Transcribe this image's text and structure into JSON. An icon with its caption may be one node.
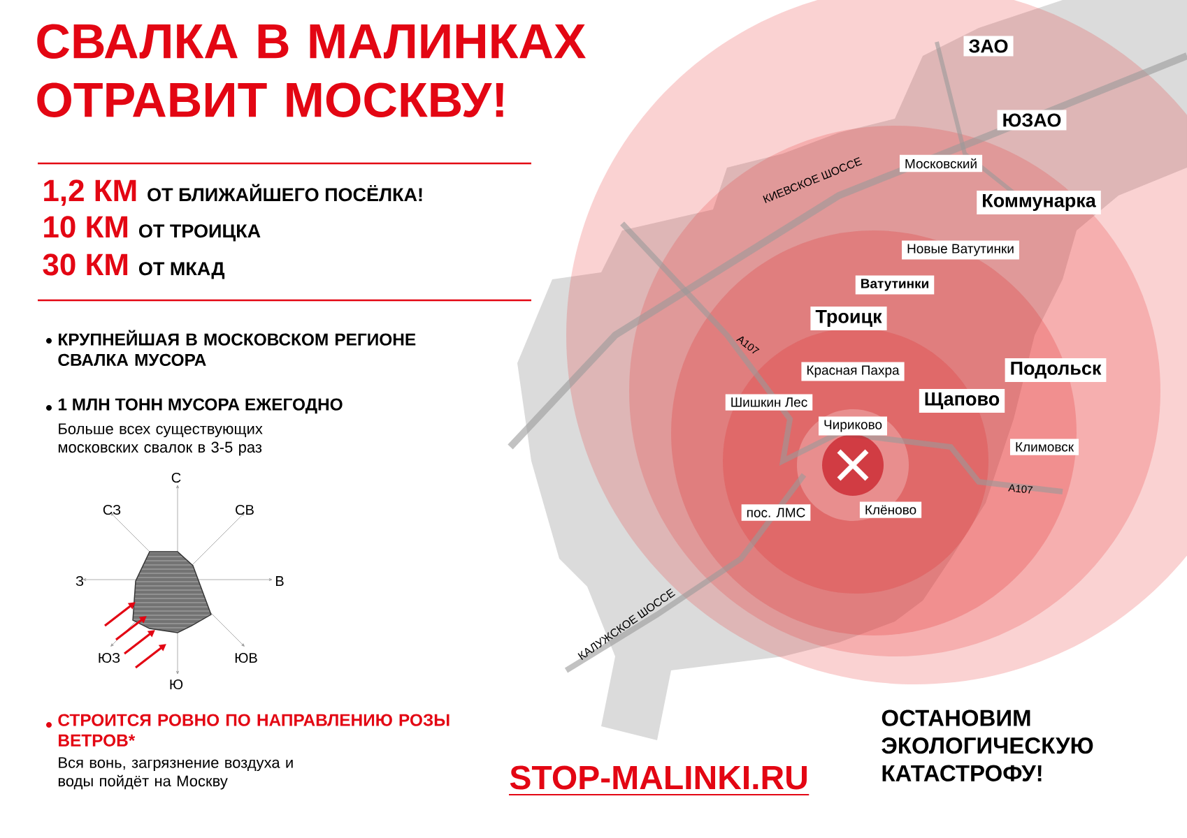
{
  "diagram": {
    "title": "СВАЛКА В МАЛИНКАХ ОТРАВИТ МОСКВУ!",
    "nodes": [
      {
        "text": [
          "ЗАО"
        ]
      },
      {
        "text": [
          "ЮЗАО"
        ]
      },
      {
        "text": [
          "Московский"
        ]
      },
      {
        "text": [
          "Коммунарка"
        ]
      },
      {
        "text": [
          "Новые Ватутинки"
        ]
      },
      {
        "text": [
          "Ватутинки"
        ]
      },
      {
        "text": [
          "Троицк"
        ]
      },
      {
        "text": [
          "Красная Пахра"
        ]
      },
      {
        "text": [
          "Подольск"
        ]
      },
      {
        "text": [
          "Шишкин Лес"
        ]
      },
      {
        "text": [
          "Щапово"
        ]
      },
      {
        "text": [
          "Чириково"
        ]
      },
      {
        "text": [
          "Климовск"
        ]
      },
      {
        "text": [
          "пос. ЛМС"
        ]
      },
      {
        "text": [
          "Клёново"
        ]
      }
    ],
    "labels": [
      "1,2 КМ",
      "ОТ БЛИЖАЙШЕГО ПОСЁЛКА!",
      "10 КМ",
      "ОТ ТРОИЦКА",
      "30 КМ",
      "ОТ МКАД",
      "КРУПНЕЙШАЯ В МОСКОВСКОМ РЕГИОНЕ СВАЛКА МУСОРА",
      "1 МЛН ТОНН МУСОРА ЕЖЕГОДНО",
      "Больше всех существующих московских свалок в 3-5 раз",
      "С",
      "СЗ",
      "СВ",
      "З",
      "В",
      "ЮЗ",
      "ЮВ",
      "Ю",
      "СТРОИТСЯ РОВНО ПО НАПРАВЛЕНИЮ РОЗЫ ВЕТРОВ*",
      "Вся вонь, загрязнение воздуха и воды пойдёт на Москву",
      "КИЕВСКОЕ ШОССЕ",
      "A107",
      "A107",
      "КАЛУЖСКОЕ ШОССЕ",
      "STOP-MALINKI.RU",
      "ОСТАНОВИМ ЭКОЛОГИЧЕСКУЮ КАТАСТРОФУ!"
    ]
  }
}
